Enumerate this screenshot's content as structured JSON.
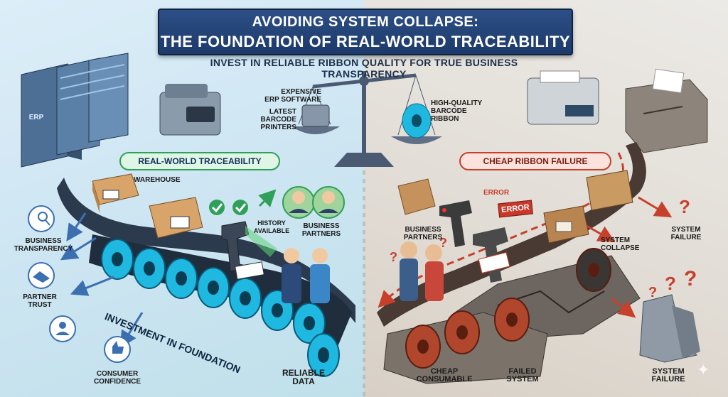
{
  "title": {
    "line1": "AVOIDING SYSTEM COLLAPSE:",
    "line2": "THE FOUNDATION OF REAL-WORLD TRACEABILITY"
  },
  "subtitle": "INVEST IN RELIABLE RIBBON QUALITY FOR TRUE BUSINESS TRANSPARENCY",
  "scale": {
    "left_label": "EXPENSIVE\nERP SOFTWARE",
    "left_label2": "LATEST\nBARCODE\nPRINTERS",
    "right_label": "HIGH-QUALITY\nBARCODE\nRIBBON"
  },
  "left": {
    "server_label": "ERP",
    "section_title": "REAL-WORLD TRACEABILITY",
    "warehouse": "WAREHOUSE",
    "history": "HISTORY\nAVAILABLE",
    "partners": "BUSINESS\nPARTNERS",
    "belt_text": "INVESTMENT IN FOUNDATION",
    "reliable": "RELIABLE\nDATA",
    "benefits": [
      {
        "icon": "magnifier-document-icon",
        "label": "BUSINESS\nTRANSPARENCY"
      },
      {
        "icon": "handshake-icon",
        "label": "PARTNER\nTRUST"
      },
      {
        "icon": "people-group-icon",
        "label": ""
      },
      {
        "icon": "thumbs-up-icon",
        "label": "CONSUMER\nCONFIDENCE"
      }
    ]
  },
  "right": {
    "section_title": "CHEAP RIBBON FAILURE",
    "error": "ERROR",
    "error_tag": "ERROR",
    "partners": "BUSINESS\nPARTNERS",
    "collapse": "SYSTEM\nCOLLAPSE",
    "failure_top": "SYSTEM\nFAILURE",
    "cheap": "CHEAP\nCONSUMABLE",
    "failed": "FAILED\nSYSTEM",
    "failure_bottom": "SYSTEM\nFAILURE"
  },
  "colors": {
    "banner": "#1d3a6a",
    "good": "#2fa05a",
    "bad": "#c7402c",
    "ribbon_good": "#1fb8e0",
    "ribbon_bad": "#b0472c"
  }
}
